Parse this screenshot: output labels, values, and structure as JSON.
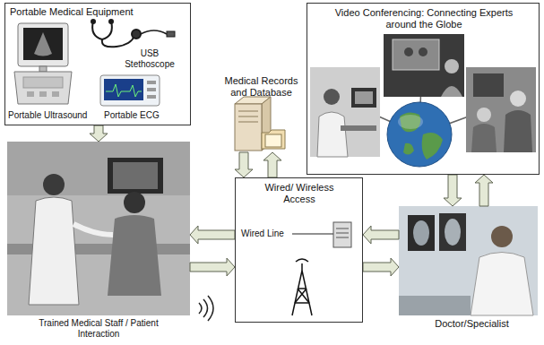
{
  "diagram": {
    "nodes": [
      {
        "text": [
          "Portable Medical Equipment"
        ]
      },
      {
        "text": [
          "Medical Records and Database"
        ]
      },
      {
        "text": [
          "Video Conferencing: Connecting Experts around the Globe"
        ]
      },
      {
        "text": [
          "Wired/ Wireless Access",
          "Wired Line"
        ]
      },
      {
        "text": [
          "Trained Medical Staff / Patient Interaction"
        ]
      },
      {
        "text": [
          "Doctor/Specialist"
        ]
      }
    ],
    "edges": [
      {
        "from": 0,
        "to": 4,
        "arrow": "to"
      },
      {
        "from": 1,
        "to": 3,
        "arrow": "to"
      },
      {
        "from": 3,
        "to": 1,
        "arrow": "to"
      },
      {
        "from": 2,
        "to": 5,
        "arrow": "to"
      },
      {
        "from": 5,
        "to": 2,
        "arrow": "to"
      },
      {
        "from": 3,
        "to": 4,
        "arrow": "to"
      },
      {
        "from": 4,
        "to": 3,
        "arrow": "to"
      },
      {
        "from": 5,
        "to": 3,
        "arrow": "to"
      },
      {
        "from": 3,
        "to": 5,
        "arrow": "to"
      }
    ],
    "labels": [
      "USB Stethoscope",
      "Portable Ultrasound",
      "Portable ECG"
    ]
  }
}
